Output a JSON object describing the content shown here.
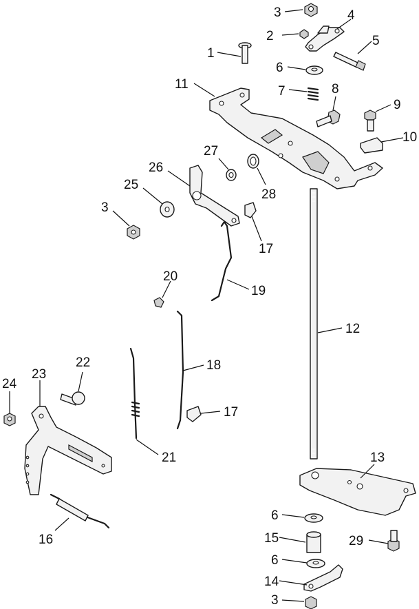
{
  "labels": {
    "p1": "1",
    "p2": "2",
    "p3": "3",
    "p4": "4",
    "p5": "5",
    "p6": "6",
    "p7": "7",
    "p8": "8",
    "p9": "9",
    "p10": "10",
    "p11": "11",
    "p12": "12",
    "p13": "13",
    "p14": "14",
    "p15": "15",
    "p16": "16",
    "p17": "17",
    "p18": "18",
    "p19": "19",
    "p20": "20",
    "p21": "21",
    "p22": "22",
    "p23": "23",
    "p24": "24",
    "p25": "25",
    "p26": "26",
    "p27": "27",
    "p28": "28",
    "p29": "29"
  }
}
